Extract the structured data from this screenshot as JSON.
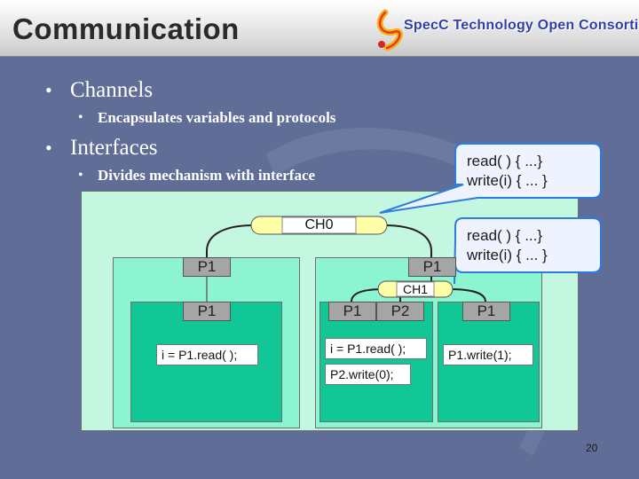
{
  "slide": {
    "title": "Communication",
    "logo_text": "SpecC Technology Open Consortium",
    "page_number": "20"
  },
  "bullets": [
    {
      "text": "Channels",
      "level": 1
    },
    {
      "text": "Encapsulates variables and protocols",
      "level": 2
    },
    {
      "text": "Interfaces",
      "level": 1
    },
    {
      "text": "Divides mechanism with interface",
      "level": 2
    }
  ],
  "diagram": {
    "channel_top": "CH0",
    "channel_inner": "CH1",
    "outer_left_port": "P1",
    "outer_right_port": "P1",
    "inner_left_port": "P1",
    "inner_mid_ports": [
      "P1",
      "P2"
    ],
    "inner_right_port": "P1",
    "code_left": "i = P1.read( );",
    "code_mid_1": "i = P1.read( );",
    "code_mid_2": "P2.write(0);",
    "code_right": "P1.write(1);"
  },
  "callouts": [
    {
      "line1": "read( ) { ...}",
      "line2": "write(i) { ... }"
    },
    {
      "line1": "read( ) { ...}",
      "line2": "write(i) { ... }"
    }
  ],
  "colors": {
    "background": "#5f6d97",
    "diagram_bg": "#c4f7df",
    "behavior_fill": "#8cf4d0",
    "leaf_fill": "#12c796",
    "channel_fill": "#ffffa8",
    "callout_fill": "#eef3ff",
    "callout_border": "#2c7de0"
  }
}
